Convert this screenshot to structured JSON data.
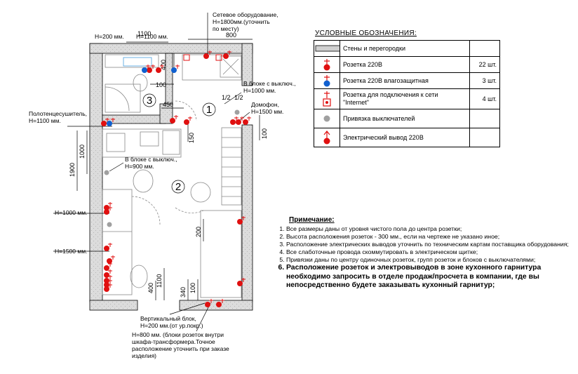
{
  "plan": {
    "room_numbers": [
      "1",
      "2",
      "3"
    ],
    "dimensions": [
      "800",
      "1100",
      "400",
      "100",
      "450",
      "150",
      "1/2",
      "1/2",
      "100",
      "1000",
      "1900",
      "200",
      "1100",
      "400",
      "340",
      "100"
    ],
    "callouts": {
      "network": "Сетевое оборудование,\nН=1800мм.(уточнить\nпо месту)",
      "h200": "Н=200 мм.",
      "h1100": "Н=1100 мм.",
      "switch_top": "В блоке с выключ.,\nН=1000 мм.",
      "intercom": "Домофон,\nН=1500 мм.",
      "towel": "Полотенцесушитель,\nН=1100 мм.",
      "switch_mid": "В блоке с выключ.,\nН=900 мм.",
      "h1000": "Н=1000 мм.",
      "h1500": "Н=1500 мм.",
      "vertical_block": "Вертикальный блок,\nН=200 мм.(от ур.покр.)",
      "wardrobe": "Н=800 мм. (блоки розеток внутри\nшкафа-трансформера.Точное\nрасположение уточнить при заказе\nизделия)"
    }
  },
  "legend": {
    "title": "УСЛОВНЫЕ ОБОЗНАЧЕНИЯ:",
    "items": [
      {
        "label": "Стены и перегородки",
        "qty": ""
      },
      {
        "label": "Розетка 220В",
        "qty": "22 шт."
      },
      {
        "label": "Розетка 220В влагозащитная",
        "qty": "3 шт."
      },
      {
        "label": "Розетка для подключения к сети\n\"Internet\"",
        "qty": "4 шт."
      },
      {
        "label": "Привязка выключателей",
        "qty": ""
      },
      {
        "label": "Электрический вывод 220В",
        "qty": ""
      }
    ]
  },
  "notes": {
    "title": "Примечание:",
    "items": [
      "Все размеры даны от уровня чистого пола до центра розетки;",
      "Высота расположения розеток - 300 мм., если на чертеже не указано иное;",
      "Расположение электрических выводов уточнить по техническим картам поставщика оборудования;",
      "Все слаботочные провода скоммутировать в электрическом щитке;",
      "Привязки даны по центру одиночных розеток, групп розеток и блоков с выключателями;",
      "Расположение розеток и электровыводов в зоне кухонного гарнитура необходимо запросить в отделе продаж/просчета в компании, где вы непосредственно будете заказывать кухонный гарнитур;"
    ]
  },
  "colors": {
    "wall_fill": "#d9d9d9",
    "outlet_red": "#e01010",
    "outlet_blue": "#1060d0",
    "switch_gray": "#a0a0a0",
    "line": "#000000"
  }
}
